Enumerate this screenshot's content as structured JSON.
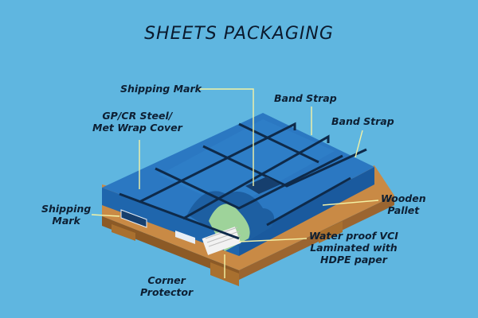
{
  "title": "SHEETS PACKAGING",
  "labels": {
    "shipping_mark_top": "Shipping Mark",
    "steel_cover_line1": "GP/CR Steel/",
    "steel_cover_line2": "Met Wrap Cover",
    "band_strap_1": "Band Strap",
    "band_strap_2": "Band Strap",
    "shipping_mark_left_line1": "Shipping",
    "shipping_mark_left_line2": "Mark",
    "wooden_pallet_line1": "Wooden",
    "wooden_pallet_line2": "Pallet",
    "vci_line1": "Water proof VCI",
    "vci_line2": "Laminated with",
    "vci_line3": "HDPE paper",
    "corner_line1": "Corner",
    "corner_line2": "Protector"
  },
  "colors": {
    "background": "#5fb6e0",
    "cover": "#2b78c2",
    "cover_dark": "#1a5a9e",
    "strap": "#0e2a4a",
    "pallet": "#c98a45",
    "pallet_dark": "#8c5a26",
    "leader_line": "#f4f3a6",
    "vci": "#9ed39a"
  }
}
